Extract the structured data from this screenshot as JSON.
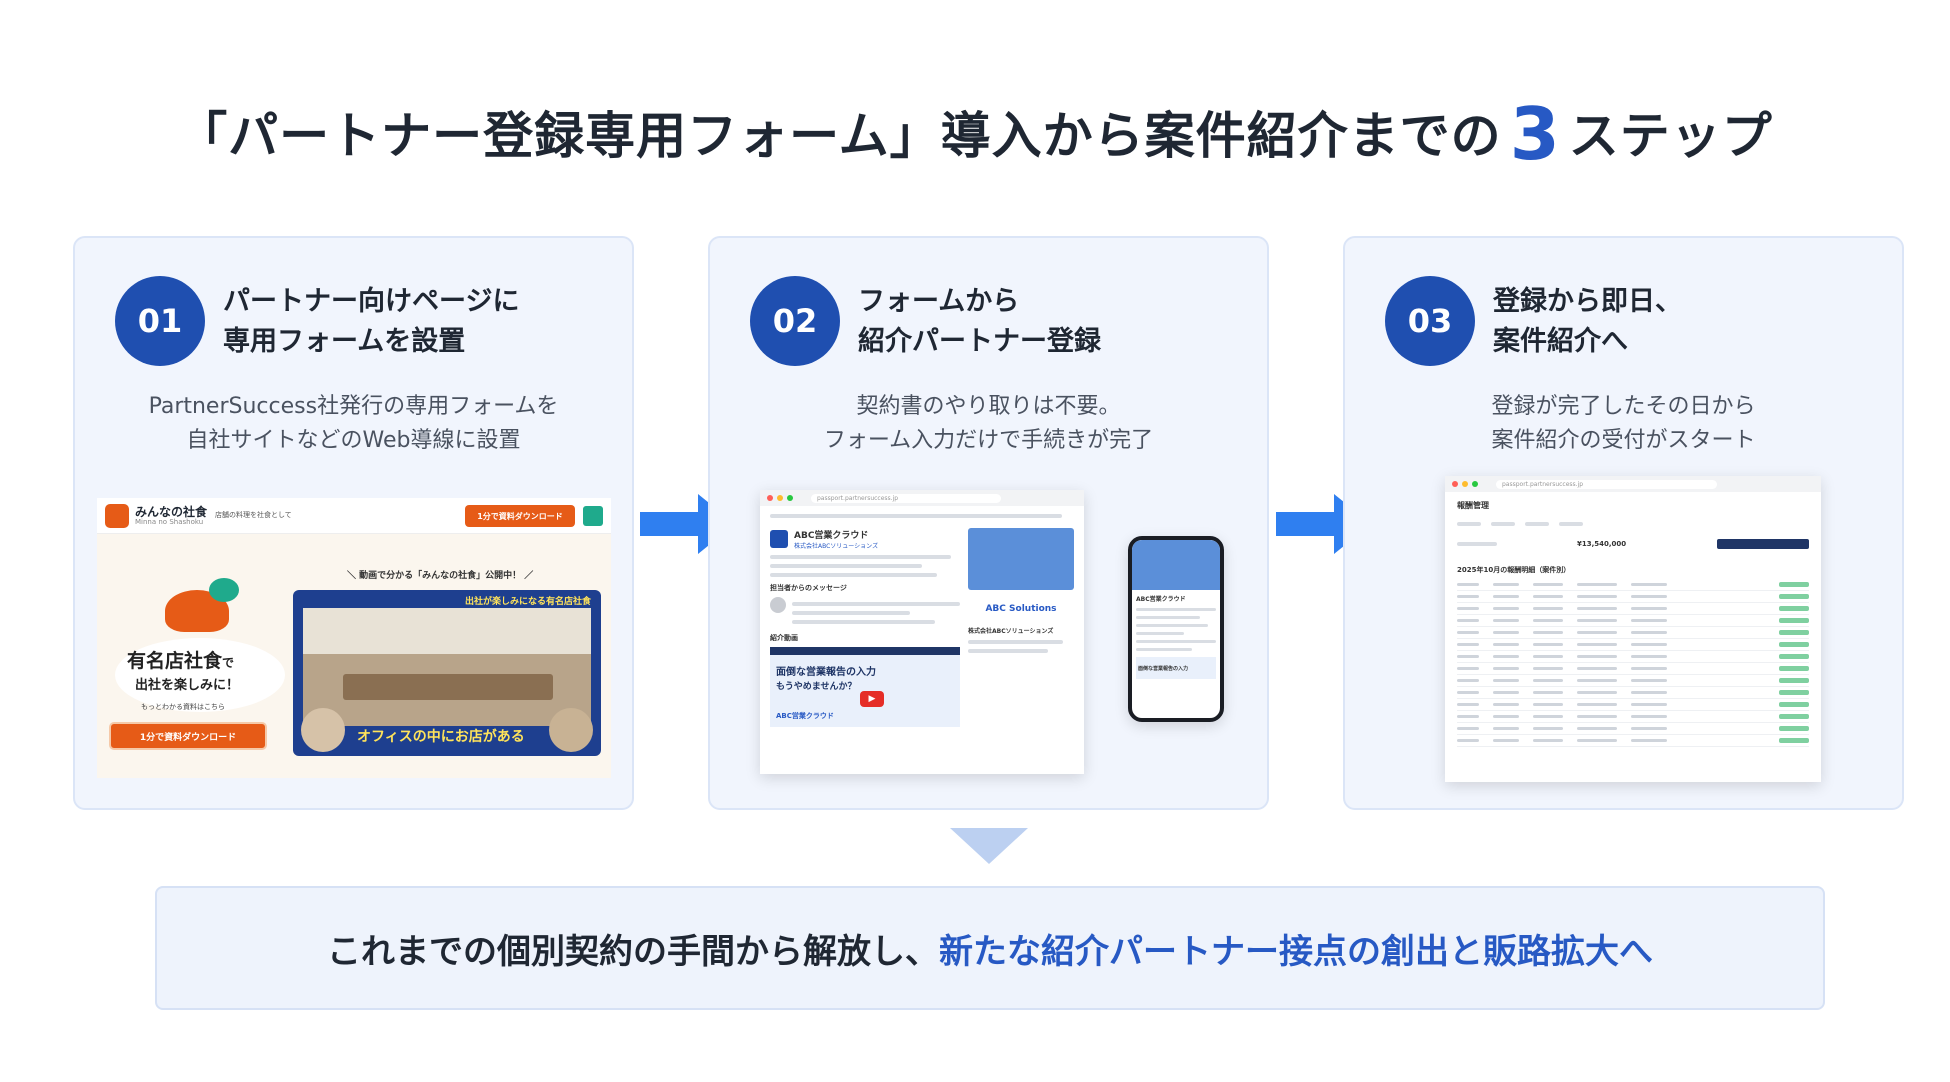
{
  "title": {
    "main": "「パートナー登録専用フォーム」導入から案件紹介までの",
    "number": "3",
    "suffix": "ステップ"
  },
  "steps": [
    {
      "number": "01",
      "heading_line1": "パートナー向けページに",
      "heading_line2": "専用フォームを設置",
      "desc_line1": "PartnerSuccess社発行の専用フォームを",
      "desc_line2": "自社サイトなどのWeb導線に設置",
      "site": {
        "logo": "みんなの社食",
        "logo_sub": "Minna no Shashoku",
        "tagline": "店舗の料理を社食として",
        "header_button": "1分で資料ダウンロード",
        "video_caption": "＼ 動画で分かる「みんなの社食」公開中！ ／",
        "headline": "有名店社食",
        "headline_suffix": "で",
        "subline": "出社を楽しみに！",
        "more_link": "もっとわかる資料はこちら",
        "cta_button": "1分で資料ダウンロード",
        "video_title": "出社が楽しみになる有名店社食",
        "video_subtitle": "オフィスの中にお店がある"
      }
    },
    {
      "number": "02",
      "heading_line1": "フォームから",
      "heading_line2": "紹介パートナー登録",
      "desc_line1": "契約書のやり取りは不要。",
      "desc_line2": "フォーム入力だけで手続きが完了",
      "site": {
        "url": "passport.partnersuccess.jp",
        "product_name": "ABC営業クラウド",
        "company": "株式会社ABCソリューションズ",
        "section_message": "担当者からのメッセージ",
        "section_video": "紹介動画",
        "promo_title": "面倒な営業報告の入力",
        "promo_sub": "もうやめませんか？",
        "promo_brand": "ABC営業クラウド",
        "side_logo": "ABC Solutions",
        "side_company": "株式会社ABCソリューションズ",
        "phone_product": "ABC営業クラウド",
        "phone_promo": "面倒な営業報告の入力"
      }
    },
    {
      "number": "03",
      "heading_line1": "登録から即日、",
      "heading_line2": "案件紹介へ",
      "desc_line1": "登録が完了したその日から",
      "desc_line2": "案件紹介の受付がスタート",
      "site": {
        "url": "passport.partnersuccess.jp",
        "page_title": "報酬管理",
        "amount": "¥13,540,000",
        "table_title": "2025年10月の報酬明細（案件別）",
        "row_count": 14
      }
    }
  ],
  "banner": {
    "text": "これまでの個別契約の手間から解放し、",
    "highlight": "新たな紹介パートナー接点の創出と販路拡大へ"
  },
  "colors": {
    "accent": "#2759c4",
    "badge": "#1f4fb0",
    "card_bg": "#f1f5fd",
    "arrow": "#2f7ff0",
    "cta": "#e65b17"
  },
  "icons": [
    "arrow-right-icon",
    "arrow-down-icon",
    "play-icon"
  ]
}
